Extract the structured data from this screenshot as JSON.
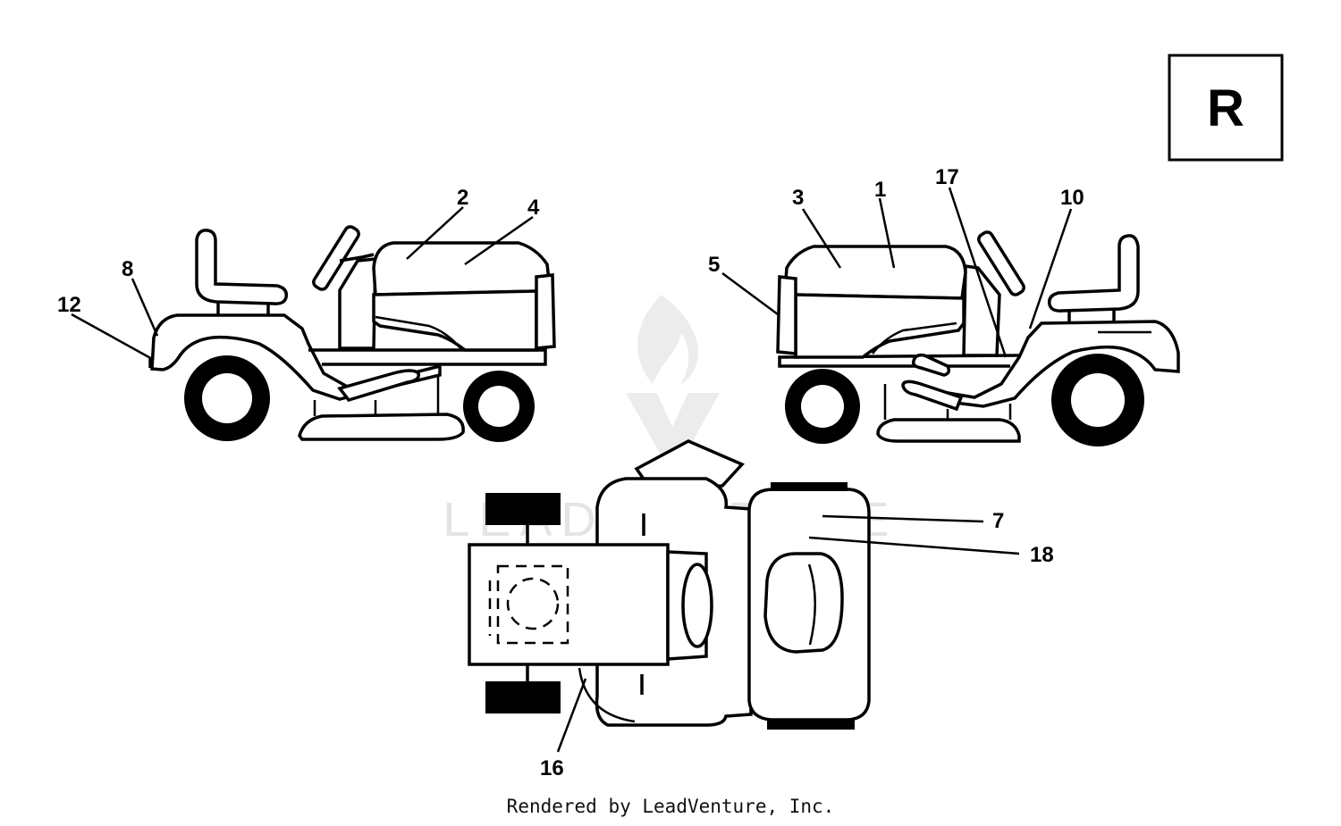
{
  "diagram": {
    "badge_letter": "R",
    "watermark_text": "LEADVENTURE",
    "credit": "Rendered by LeadVenture, Inc.",
    "callouts": {
      "c1": "1",
      "c2": "2",
      "c3": "3",
      "c4": "4",
      "c5": "5",
      "c7": "7",
      "c8": "8",
      "c10": "10",
      "c12": "12",
      "c16": "16",
      "c17": "17",
      "c18": "18"
    }
  }
}
